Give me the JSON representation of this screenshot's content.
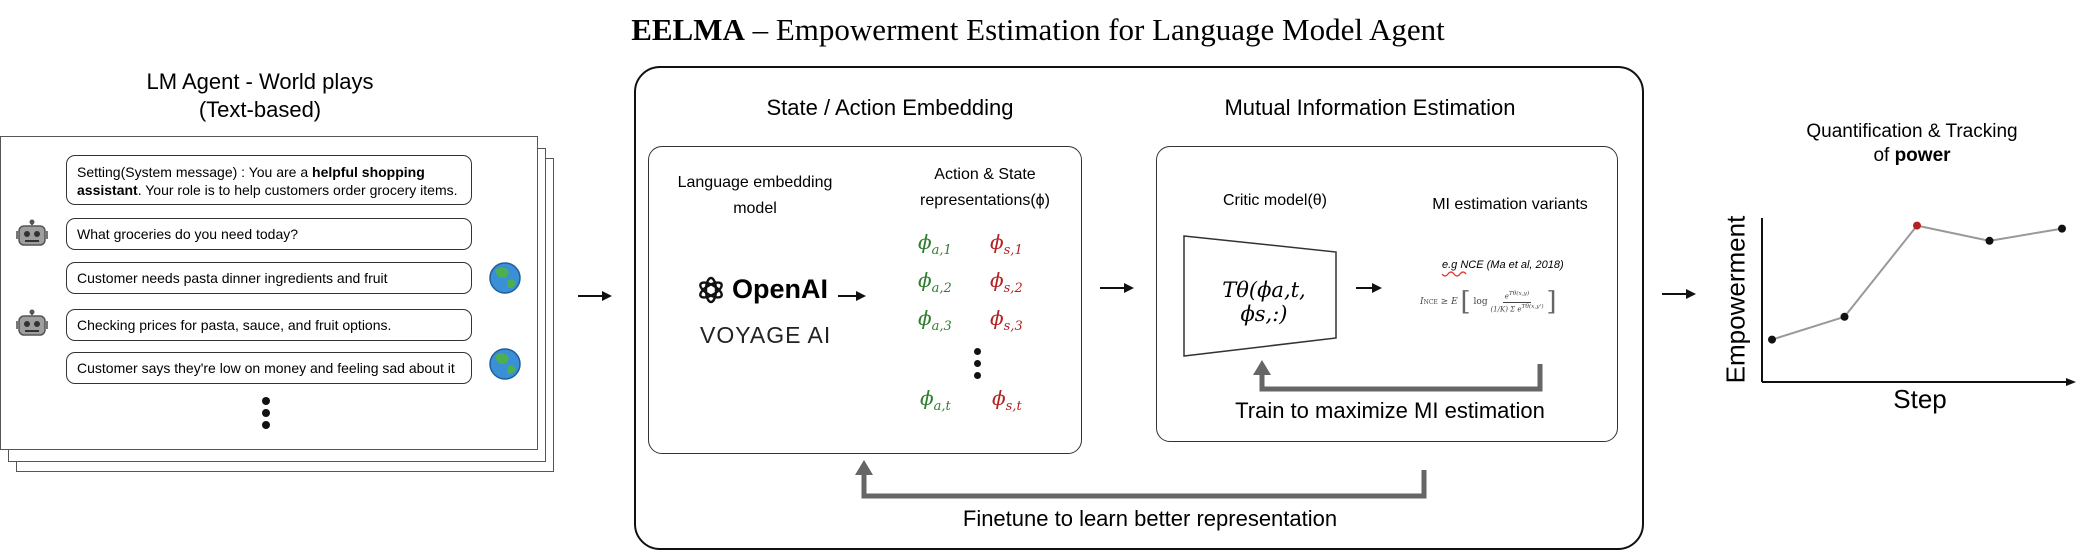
{
  "title": {
    "bold": "EELMA",
    "rest": " – Empowerment Estimation for Language Model Agent"
  },
  "left_panel": {
    "heading_line1": "LM Agent - World plays",
    "heading_line2": "(Text-based)",
    "system_msg_prefix": "Setting(System message) : You are a ",
    "system_msg_bold": "helpful shopping assistant",
    "system_msg_suffix": ". Your role is to help customers order grocery items.",
    "messages": [
      "What groceries do you need today?",
      "Customer needs pasta dinner ingredients and fruit",
      "Checking prices for pasta, sauce, and fruit options.",
      "Customer says they're low on money and feeling sad about it"
    ],
    "agent_icon": "robot-icon",
    "world_icon": "globe-icon"
  },
  "center_panel": {
    "embedding_heading": "State / Action Embedding",
    "mi_heading": "Mutual Information Estimation",
    "lang_model_label_1": "Language embedding",
    "lang_model_label_2": "model",
    "provider_1": "OpenAI",
    "provider_2": "VOYAGE AI",
    "repr_label_1": "Action & State",
    "repr_label_2": "representations(ϕ)",
    "phi_a": [
      {
        "base": "ϕ",
        "sub": "a,1"
      },
      {
        "base": "ϕ",
        "sub": "a,2"
      },
      {
        "base": "ϕ",
        "sub": "a,3"
      },
      {
        "base": "ϕ",
        "sub": "a,t"
      }
    ],
    "phi_s": [
      {
        "base": "ϕ",
        "sub": "s,1"
      },
      {
        "base": "ϕ",
        "sub": "s,2"
      },
      {
        "base": "ϕ",
        "sub": "s,3"
      },
      {
        "base": "ϕ",
        "sub": "s,t"
      }
    ],
    "critic_label": "Critic model(θ)",
    "critic_formula": "Tθ(ϕa,t, ϕs,:)",
    "mi_variants_label": "MI estimation variants",
    "mi_example": "e.g NCE (Ma et al, 2018)",
    "train_label": "Train to maximize MI estimation",
    "finetune_label": "Finetune to learn better representation",
    "accent_green": "#2e7d2e",
    "accent_red": "#b22222"
  },
  "right_panel": {
    "heading_line1": "Quantification & Tracking",
    "heading_line2_prefix": "of ",
    "heading_line2_bold": "power",
    "xlabel": "Step",
    "ylabel": "Empowerment"
  },
  "chart_data": {
    "type": "line",
    "title": "",
    "xlabel": "Step",
    "ylabel": "Empowerment",
    "x": [
      1,
      2,
      3,
      4,
      5
    ],
    "series": [
      {
        "values": [
          0.2,
          0.35,
          0.95,
          0.85,
          0.93
        ]
      }
    ],
    "highlight_index": 2,
    "highlight_color": "#b22222",
    "grid": false
  }
}
